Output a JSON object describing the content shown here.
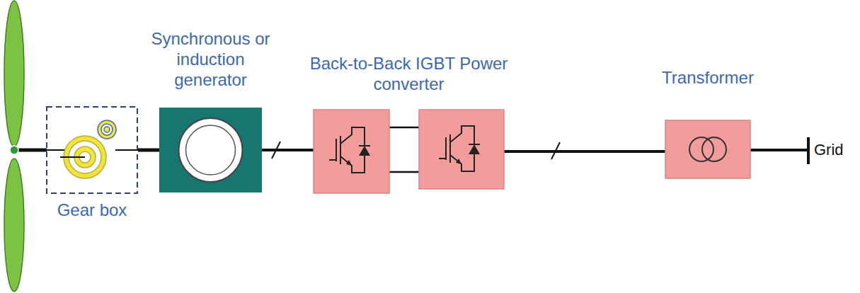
{
  "diagram": {
    "nodes": [
      {
        "text": [
          "Gear box"
        ]
      },
      {
        "text": [
          "Synchronous or induction generator"
        ]
      },
      {
        "text": [
          "Back-to-Back IGBT Power converter"
        ]
      },
      {
        "text": [
          "Transformer"
        ]
      }
    ],
    "edges": [
      {
        "from": 0,
        "to": 1,
        "arrow": "none"
      },
      {
        "from": 1,
        "to": 2,
        "arrow": "none"
      },
      {
        "from": 2,
        "to": 3,
        "arrow": "none"
      }
    ],
    "labels": [
      "Grid"
    ]
  }
}
